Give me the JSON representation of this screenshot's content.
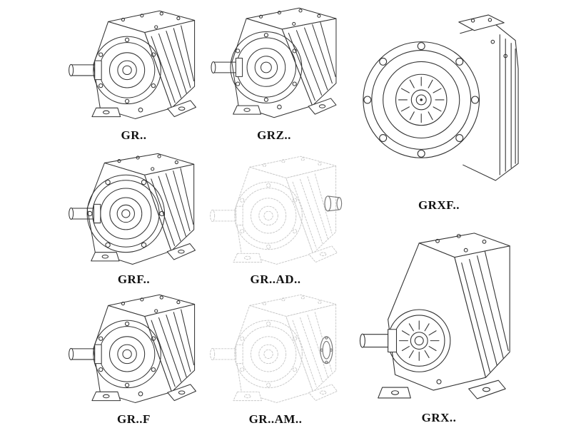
{
  "figures": [
    {
      "id": "gr",
      "label": "GR.."
    },
    {
      "id": "grz",
      "label": "GRZ.."
    },
    {
      "id": "grxf",
      "label": "GRXF.."
    },
    {
      "id": "grf",
      "label": "GRF.."
    },
    {
      "id": "gr_ad",
      "label": "GR..AD.."
    },
    {
      "id": "gr_f",
      "label": "GR..F"
    },
    {
      "id": "gr_am",
      "label": "GR..AM.."
    },
    {
      "id": "grx",
      "label": "GRX.."
    }
  ],
  "colors": {
    "line": "#333333",
    "faded_line": "#c8c8c8",
    "accent_line": "#777777",
    "background": "#ffffff",
    "label": "#111111"
  }
}
